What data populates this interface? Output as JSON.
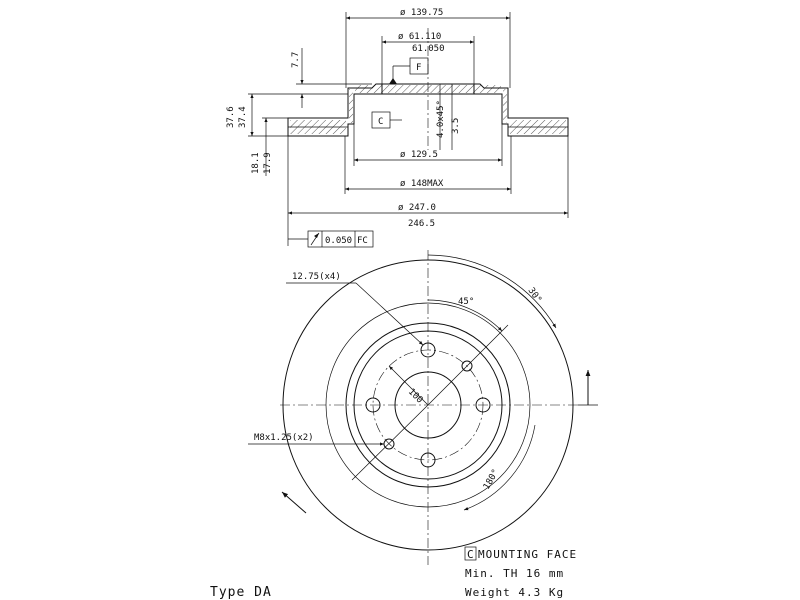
{
  "section_view": {
    "dia_overall": "ø 139.75",
    "dia_hub_max": "ø 61.110",
    "dia_hub_min": "61.050",
    "hub_height": "7.7",
    "datum_f": "F",
    "datum_c": "C",
    "chamfer": "4.0x45°",
    "hub_thk": "3.5",
    "h_total_max": "37.6",
    "h_total_min": "37.4",
    "h_lower_max": "18.1",
    "h_lower_min": "17.9",
    "dia_inner": "ø 129.5",
    "dia_148": "ø 148MAX",
    "dia_disc_max": "ø 247.0",
    "dia_disc_min": "246.5",
    "runout_value": "0.050",
    "runout_ref": "FC"
  },
  "front_view": {
    "hole_label": "12.75(x4)",
    "thread_label": "M8x1.25(x2)",
    "pcd": "100",
    "angle_45": "45°",
    "angle_30": "30°",
    "angle_180": "180°"
  },
  "notes": {
    "mounting_box": "C",
    "mounting_face": "MOUNTING FACE",
    "min_th": "Min. TH 16  mm",
    "weight": "Weight 4.3 Kg",
    "type": "Type DA"
  }
}
